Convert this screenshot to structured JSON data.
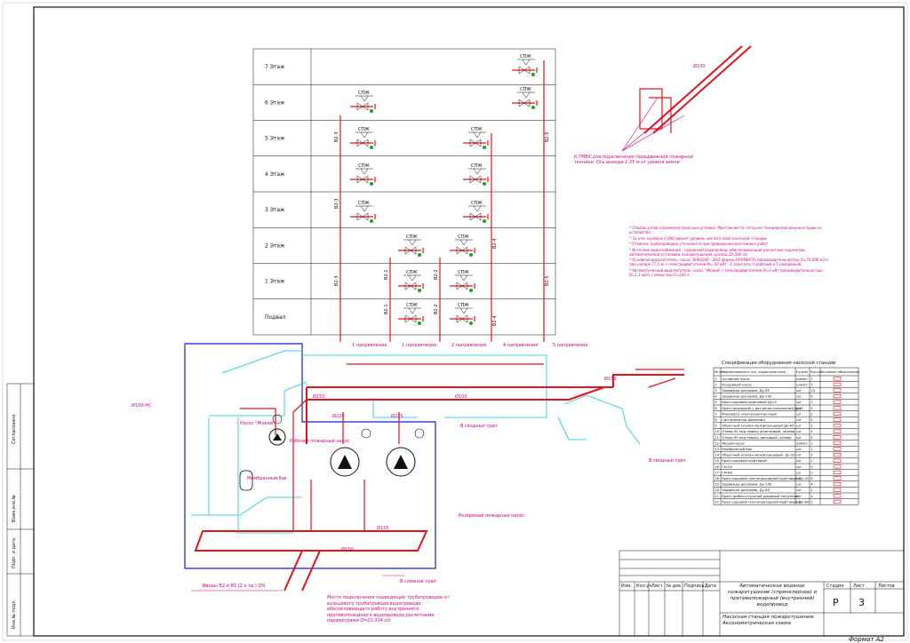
{
  "floors": [
    "7 Этаж",
    "6 Этаж",
    "5 Этаж",
    "4 Этаж",
    "3 Этаж",
    "2 Этаж",
    "1 Этаж",
    "Подвал"
  ],
  "hydrant_label": "СПЖ",
  "riser_labels": [
    "В2-1",
    "В2-1",
    "В2-2",
    "В2-2",
    "В2-3",
    "В2-4",
    "В2-5"
  ],
  "directions": [
    "1 направление",
    "1 направление",
    "2 направление",
    "4 направление",
    "5 направление"
  ],
  "pipe_diameters": [
    "Ø150",
    "Ø100",
    "Ø225",
    "Ø225",
    "Ø150",
    "Ø150",
    "Ø150"
  ],
  "notes": {
    "riser_connection": "К ГМВХ для подключения передвижной пожарной техники. Ось выхода 1,35 м от уровня земли",
    "ground_label": "Ø100",
    "to_network_1": "В сводный трап",
    "to_network_2": "В сводный трап",
    "to_network_3": "В сливной трап",
    "supply": "Ø100-НС",
    "pressure_1": "Рабочий пожарный насос",
    "pressure_2": "Резервный пожарный насос",
    "jockey": "Насос \"Жокей\"",
    "membrane": "Мембранный бак",
    "inlet": "Вводы В2 и В1 (2-х тр.) DN",
    "connection_note": "Место подключения подводящих трубопроводов от кольцевого трубопровода водопровода обеспечивающего работу внутреннего противопожарного водопровода расчетными параметрами Q=20,304 л/с"
  },
  "remarks": [
    "* Отвалы узлов отражения показаны условно. Монтаж вести согласно технической документации на устройства.",
    "* За отм. нулевую 0,000 принят уровень чистого пола насосной станции.",
    "* Отметки трубопроводов уточняются при проведении монтажных работ.",
    "* Источник водоснабжения - городской водопровод, обеспечивающий расчетные параметры автоматической установки пожаротушения, расход 20,304 л/с.",
    "* Основной водопитатель: насос 3Е40/260 - 30/2 фирмы GRUNDFOS производительностью Q=73,090 м3/ч при напоре 77,5 м, с электродвигателем N= 30 кВт - 2 агрегата (1 рабочий и 1 резервный).",
    "* Автоматический водопитатель: насос \"Жокей\" с электродвигателем N=3 кВт производительностью Q=1,1 м3/ч с емкостью V=100 л."
  ],
  "spec": {
    "title": "Спецификация оборудования насосной станции",
    "headers": [
      "№ п/п",
      "Наименование и тех. характеристика",
      "Ед.изм",
      "Кол-во",
      "Условное обозначение"
    ],
    "rows": [
      [
        "1",
        "Основной насос",
        "компл",
        "1"
      ],
      [
        "2",
        "Резервный насос",
        "компл",
        "1"
      ],
      [
        "3",
        "Задвижка дисковая, Ду-65",
        "шт",
        "24"
      ],
      [
        "4",
        "Задвижка дисковая, Ду-100",
        "шт",
        "4"
      ],
      [
        "5",
        "Кран шаровой муфтовый Ду15",
        "шт",
        "2"
      ],
      [
        "6",
        "Кран проходной с датчиком положения Ду15",
        "шт",
        "9"
      ],
      [
        "7",
        "Манометр электроконтактный",
        "шт",
        "2"
      ],
      [
        "8",
        "Сигнализатор давления",
        "шт",
        "4"
      ],
      [
        "9",
        "Обратный клапан межфланцевый Ду-65",
        "шт",
        "2"
      ],
      [
        "10",
        "Отвод 90 под сварку фланцевый, затвор",
        "шт",
        "4"
      ],
      [
        "11",
        "Отвод 90 под сварку дисковый, затвор",
        "шт",
        "4"
      ],
      [
        "12",
        "Жокей-насос",
        "компл",
        "1"
      ],
      [
        "13",
        "Мембранный бак",
        "шт",
        "1"
      ],
      [
        "14",
        "Обратный клапан межфланцевый, Ду-32",
        "шт",
        "2"
      ],
      [
        "15",
        "Кран шаровой муфтовый",
        "шт",
        "2"
      ],
      [
        "16",
        "ГМ-50",
        "шт",
        "2"
      ],
      [
        "17",
        "ГМ-80",
        "шт",
        "2"
      ],
      [
        "18",
        "Кран шаровой полнопроходной муфтовый Ду-40",
        "шт",
        "6"
      ],
      [
        "19",
        "Задвижка дисковая, Ду-150",
        "шт",
        "4"
      ],
      [
        "20",
        "Задвижка дисковая, Ду-80",
        "шт",
        "2"
      ],
      [
        "21",
        "Кран пробно-спускной шаровый латунный",
        "шт",
        "4"
      ],
      [
        "22",
        "Кран шаровой полнопроходной муфтовый Ду-80",
        "шт",
        "2"
      ]
    ]
  },
  "title_block": {
    "headers": [
      "Изм.",
      "Кол.уч.",
      "Лист",
      "№ док.",
      "Подпись",
      "Дата"
    ],
    "project": "Автоматическое водяное пожаротушение (спринклерное) и противопожарный (внутренний) водопровод",
    "sheet_title": "Насосная станция пожаротушения. Аксонометрическая схема",
    "stage_label": "Стадия",
    "sheet_label": "Лист",
    "sheets_label": "Листов",
    "stage": "Р",
    "sheet": "3",
    "format": "Формат А2"
  },
  "side_stamps": [
    "Согласовано",
    "Взам.инв.№",
    "Подп. и дата",
    "Инв.№ подл."
  ],
  "colors": {
    "red": "#e1141c",
    "cyan": "#3cd0e6",
    "blue": "#1020c8",
    "magenta": "#d4008a",
    "green": "#22a020"
  }
}
